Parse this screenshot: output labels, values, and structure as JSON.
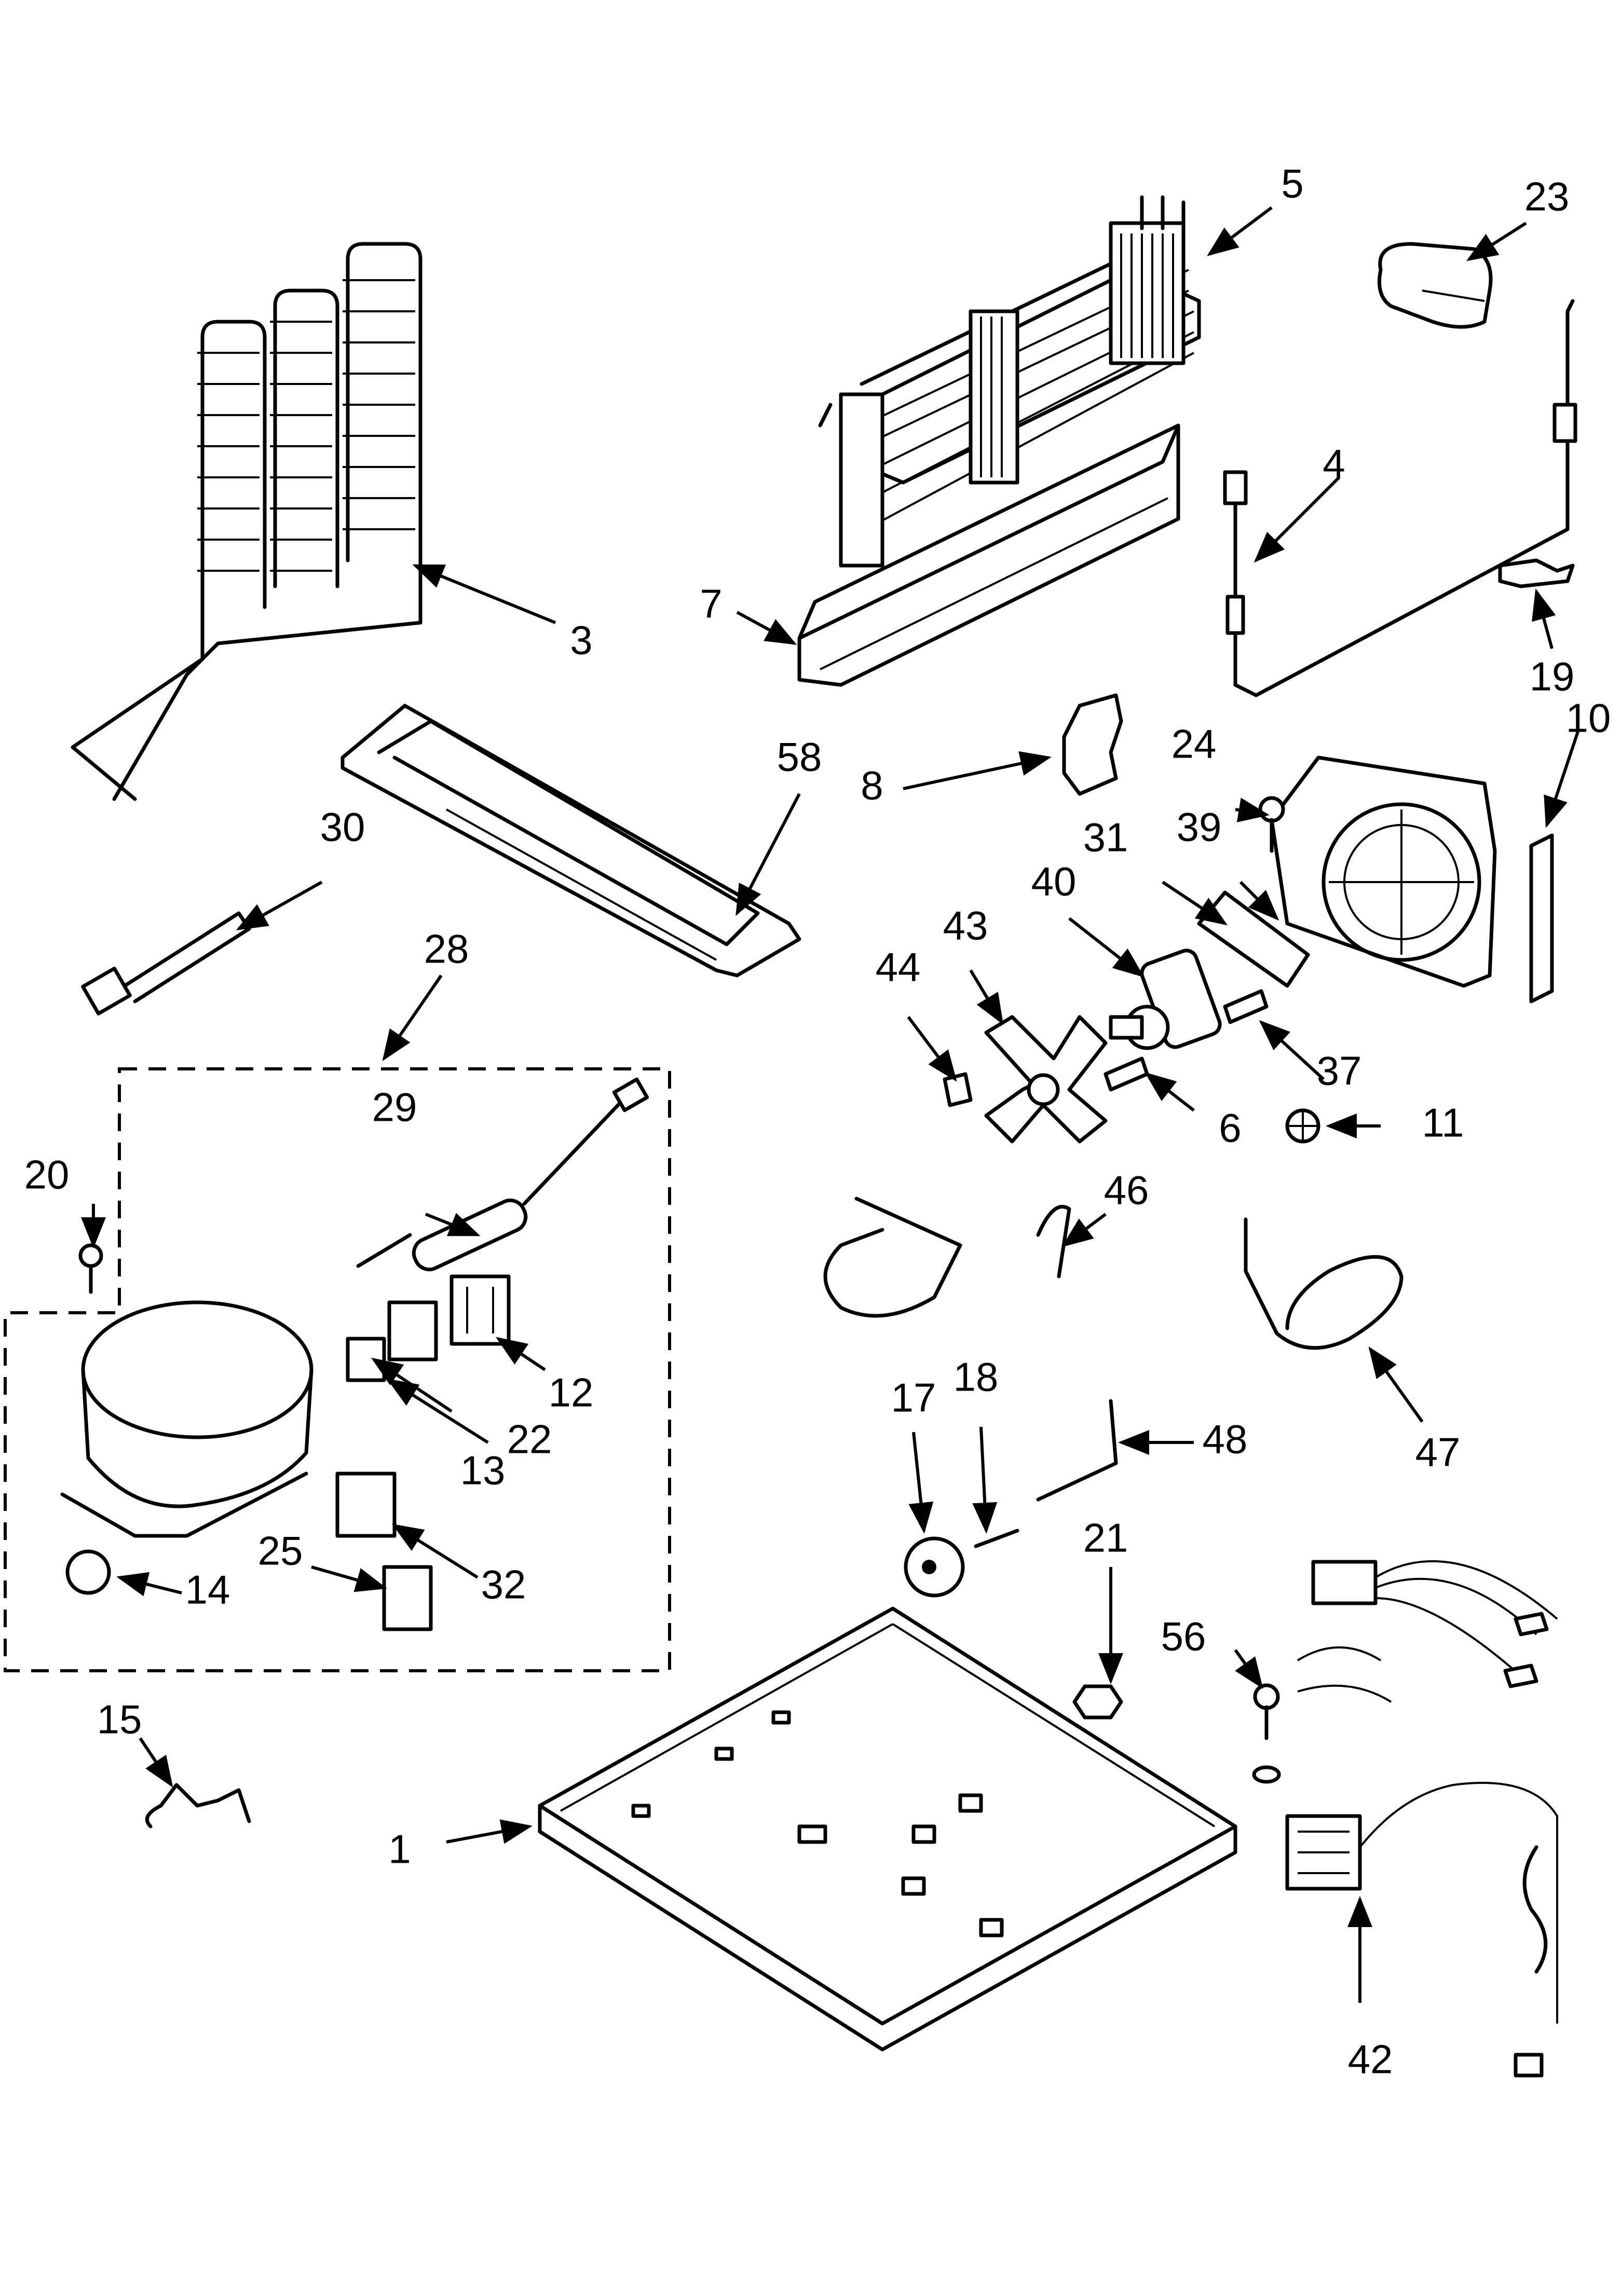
{
  "labels": {
    "l1": "1",
    "l3": "3",
    "l4": "4",
    "l5": "5",
    "l6": "6",
    "l7": "7",
    "l8": "8",
    "l10": "10",
    "l11": "11",
    "l12": "12",
    "l13": "13",
    "l14": "14",
    "l15": "15",
    "l17": "17",
    "l18": "18",
    "l19": "19",
    "l20": "20",
    "l21": "21",
    "l22": "22",
    "l23": "23",
    "l24": "24",
    "l25": "25",
    "l28": "28",
    "l29": "29",
    "l30": "30",
    "l31": "31",
    "l32": "32",
    "l37": "37",
    "l39": "39",
    "l40": "40",
    "l42": "42",
    "l43": "43",
    "l44": "44",
    "l46": "46",
    "l47": "47",
    "l48": "48",
    "l56": "56",
    "l58": "58"
  }
}
